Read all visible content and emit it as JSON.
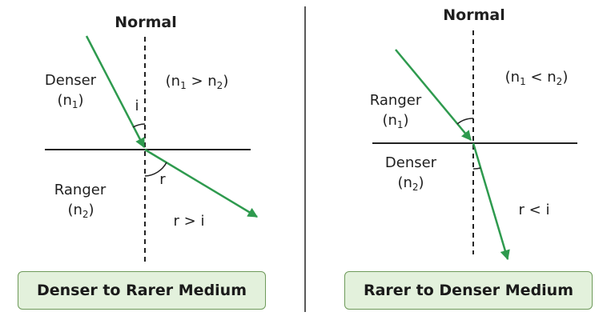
{
  "colors": {
    "ray": "#2e9a4e",
    "caption_bg": "#e3f1dc",
    "caption_border": "#6e9a5a",
    "text": "#1f1f1f"
  },
  "left_panel": {
    "normal_label": "Normal",
    "top_medium": "Denser",
    "top_index": "(n",
    "top_index_sub": "1",
    "top_index_close": ")",
    "bottom_medium": "Ranger",
    "bottom_index": "(n",
    "bottom_index_sub": "2",
    "bottom_index_close": ")",
    "relation_open": "(n",
    "relation_sub1": "1",
    "relation_mid": " > n",
    "relation_sub2": "2",
    "relation_close": ")",
    "incident_angle": "i",
    "refracted_angle": "r",
    "angle_relation": "r > i",
    "caption": "Denser to Rarer Medium"
  },
  "right_panel": {
    "normal_label": "Normal",
    "top_medium": "Ranger",
    "top_index": "(n",
    "top_index_sub": "1",
    "top_index_close": ")",
    "bottom_medium": "Denser",
    "bottom_index": "(n",
    "bottom_index_sub": "2",
    "bottom_index_close": ")",
    "relation_open": "(n",
    "relation_sub1": "1",
    "relation_mid": " < n",
    "relation_sub2": "2",
    "relation_close": ")",
    "angle_relation": "r < i",
    "caption": "Rarer to Denser Medium"
  }
}
